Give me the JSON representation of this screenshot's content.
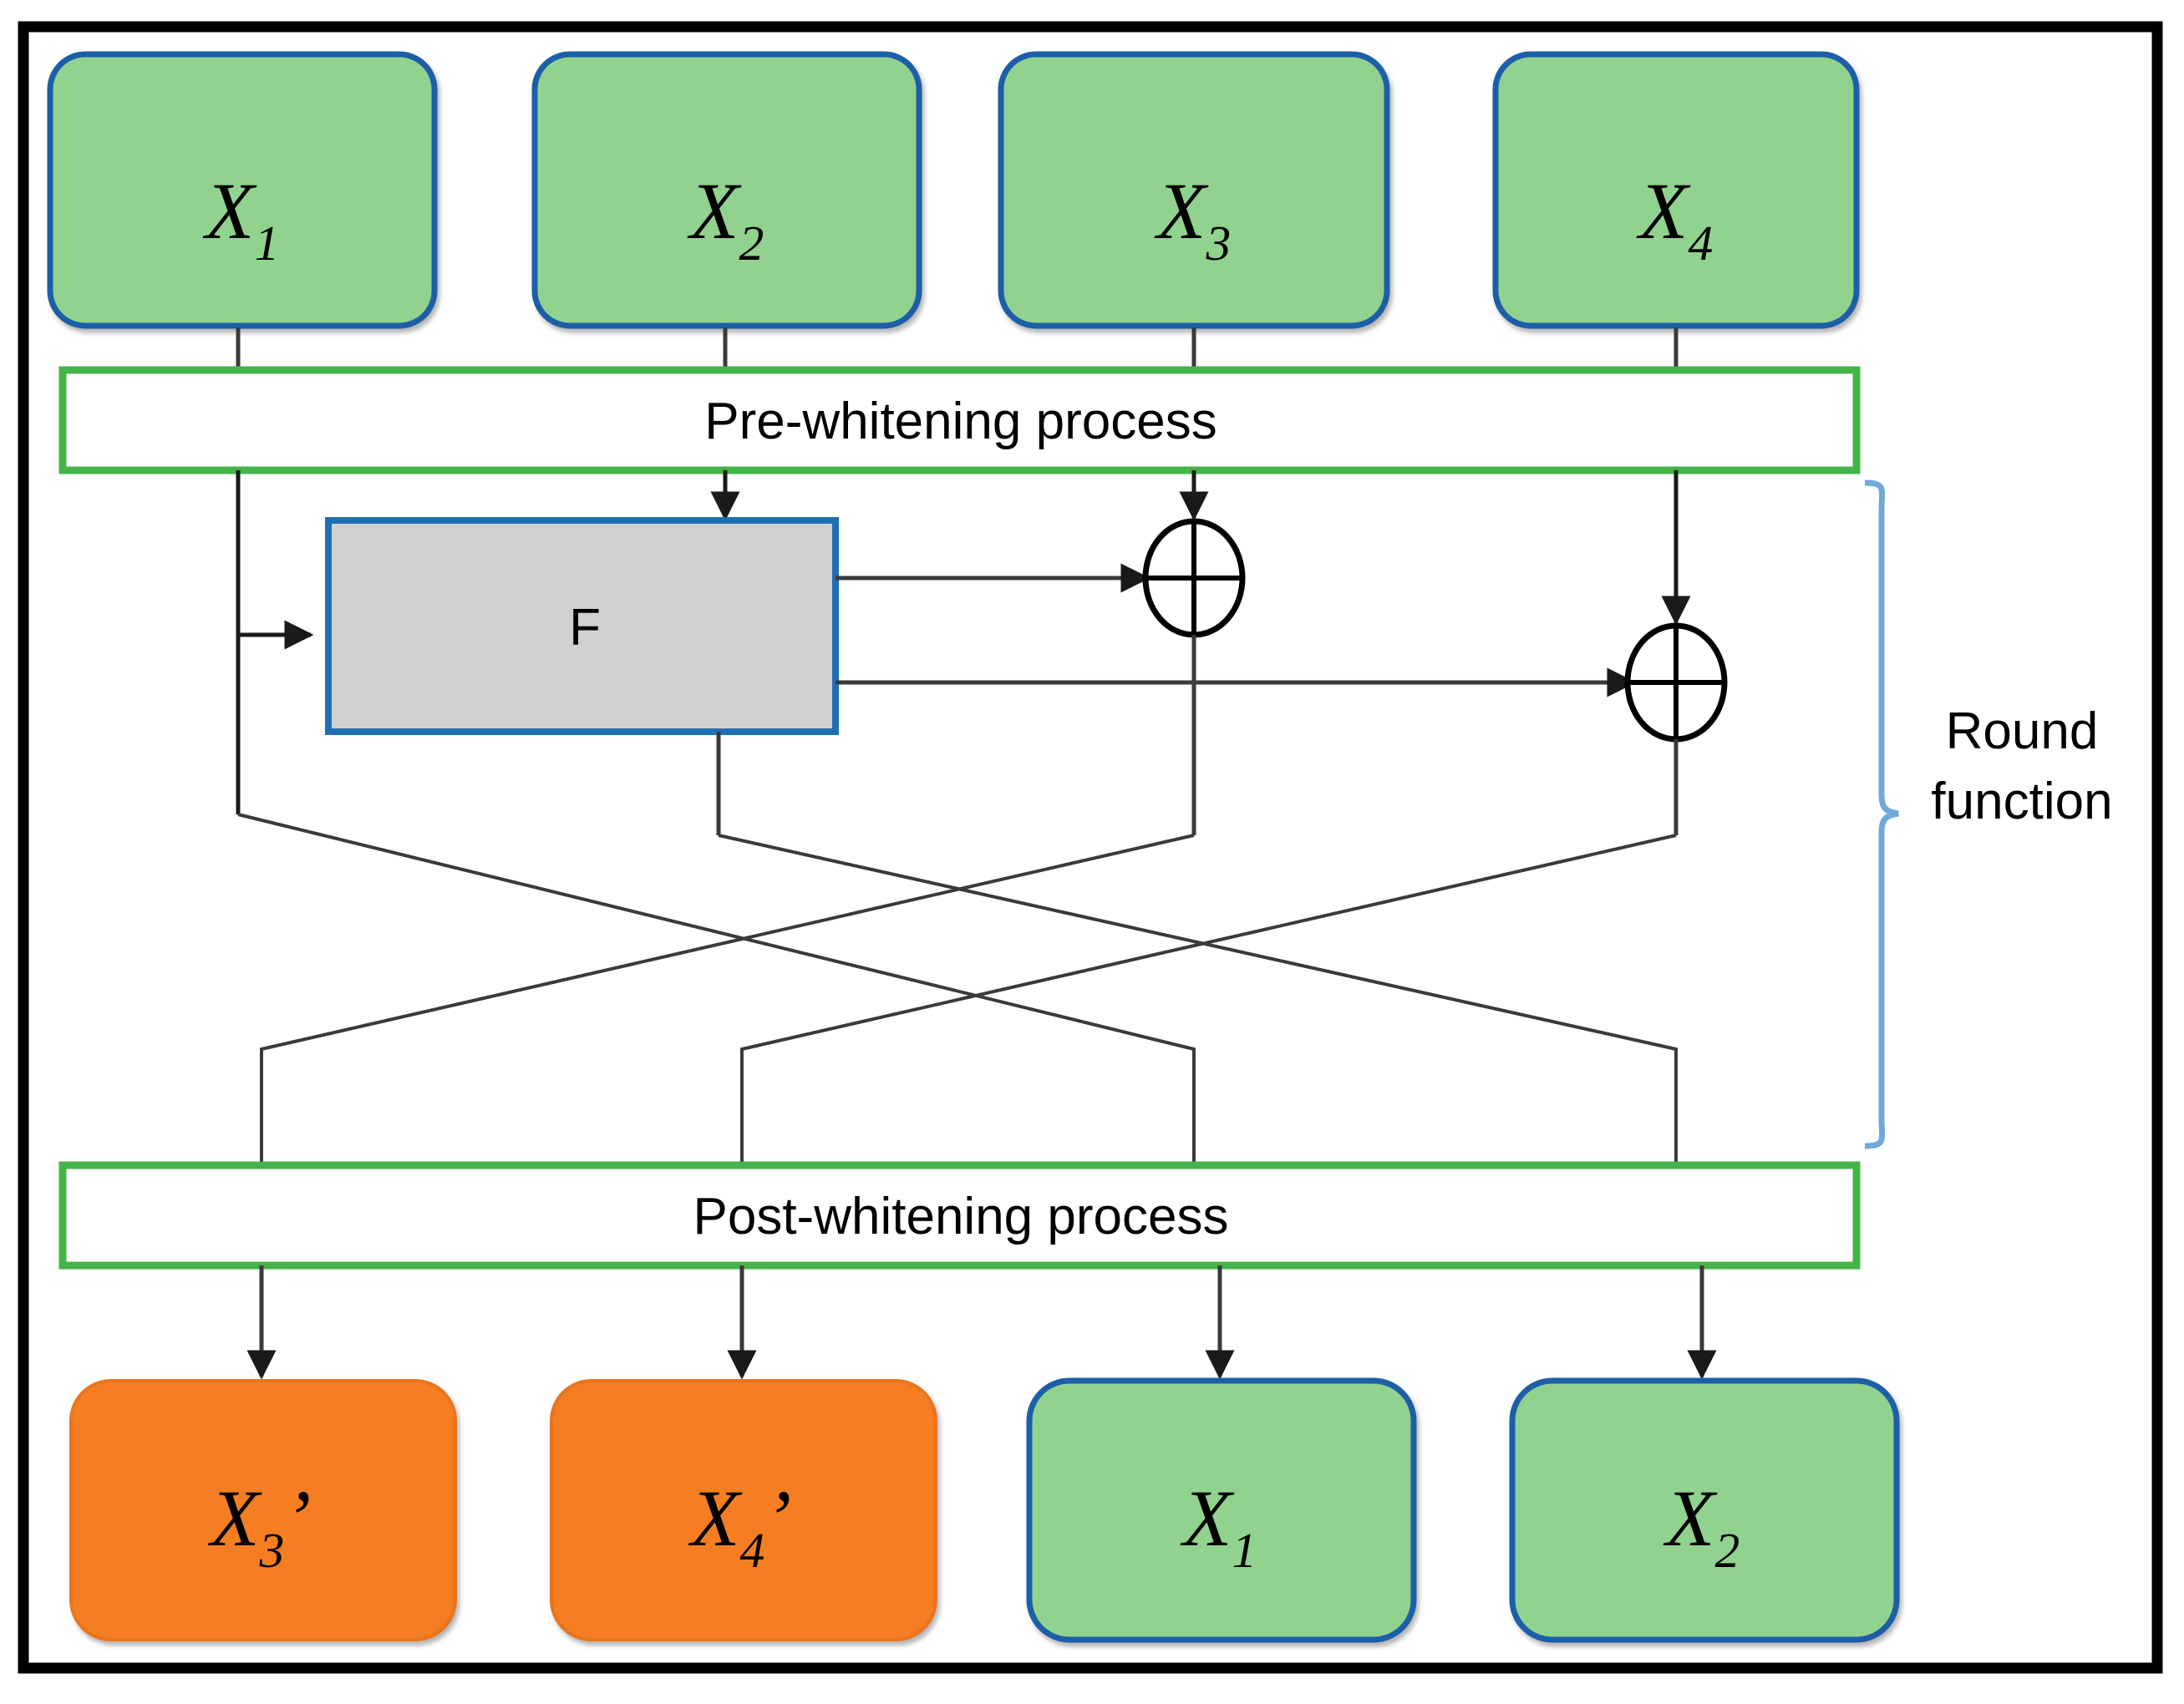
{
  "diagram": {
    "title": "Feistel-like round function block diagram",
    "frame": {
      "border_color": "#000000"
    },
    "colors": {
      "input_block_fill": "#92D28F",
      "input_block_border": "#1F5FA8",
      "output_block_fill": "#F57E20",
      "output_block_border": "#D96A12",
      "function_block_fill": "#D0D0D0",
      "function_block_border": "#1F6FB5",
      "whitening_border": "#44B44A",
      "whitening_fill": "#FFFFFF",
      "brace_color": "#6FA8DC",
      "line_color": "#3A3A3A",
      "frame_color": "#000000"
    },
    "input_blocks": [
      {
        "name": "x1",
        "base": "X",
        "sub": "1",
        "prime": ""
      },
      {
        "name": "x2",
        "base": "X",
        "sub": "2",
        "prime": ""
      },
      {
        "name": "x3",
        "base": "X",
        "sub": "3",
        "prime": ""
      },
      {
        "name": "x4",
        "base": "X",
        "sub": "4",
        "prime": ""
      }
    ],
    "output_blocks": [
      {
        "name": "x3p",
        "base": "X",
        "sub": "3",
        "prime": "’"
      },
      {
        "name": "x4p",
        "base": "X",
        "sub": "4",
        "prime": "’"
      },
      {
        "name": "x1out",
        "base": "X",
        "sub": "1",
        "prime": ""
      },
      {
        "name": "x2out",
        "base": "X",
        "sub": "2",
        "prime": ""
      }
    ],
    "pre_whitening_label": "Pre-whitening process",
    "post_whitening_label": "Post-whitening process",
    "function_label": "F",
    "round_function_label_line1": "Round",
    "round_function_label_line2": "function",
    "xor_operators": [
      {
        "name": "xor-1",
        "symbol": "⊕"
      },
      {
        "name": "xor-2",
        "symbol": "⊕"
      }
    ]
  }
}
